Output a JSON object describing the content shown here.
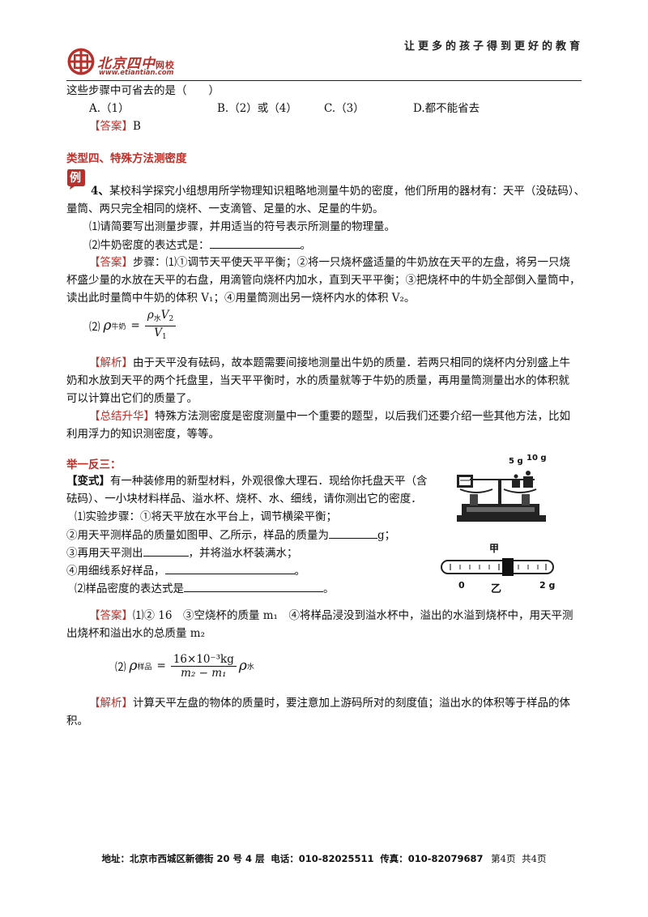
{
  "header": {
    "slogan": "让更多的孩子得到更好的教育",
    "logo_cn": "北京四中",
    "logo_cn_suffix": "网校",
    "logo_url": "www.etiantian.com"
  },
  "q_prev": {
    "stem": "这些步骤中可省去的是（　　）",
    "options": [
      "A.（1）",
      "B.（2）或（4）",
      "C.（3）",
      "D.都不能省去"
    ],
    "answer_tag": "【答案】",
    "answer": "B"
  },
  "section4": {
    "title": "类型四、特殊方法测密度",
    "example_badge": "例",
    "q_num": "4、",
    "q_line1": "某校科学探究小组想用所学物理知识粗略地测量牛奶的密度，他们所用的器材有：天平（没砝码）、",
    "q_line2": "量筒、两只完全相同的烧杯、一支滴管、足量的水、足量的牛奶。",
    "q_sub1": "⑴请简要写出测量步骤，并用适当的符号表示所测量的物理量。",
    "q_sub2": "⑵牛奶密度的表达式是：",
    "q_sub2_end": "。",
    "answer_tag": "【答案】",
    "answer_line1": "步骤：⑴①调节天平使天平平衡；②将一只烧杯盛适量的牛奶放在天平的左盘，将另一只烧",
    "answer_line2": "杯盛少量的水放在天平的右盘，用滴管向烧杯内加水，直到天平平衡；③把烧杯中的牛奶全部倒入量筒中，",
    "answer_line3": "读出此时量筒中牛奶的体积 V₁；④用量筒测出另一烧杯内水的体积 V₂。",
    "formula_label": "⑵",
    "formula_rho": "ρ",
    "formula_rho_sub": "牛奶",
    "formula_num": "ρ",
    "formula_num_sub": "水",
    "formula_num_v": "V",
    "formula_num_v_sub": "2",
    "formula_den_v": "V",
    "formula_den_v_sub": "1",
    "analysis_tag": "【解析】",
    "analysis_line1": "由于天平没有砝码，故本题需要间接地测量出牛奶的质量．若两只相同的烧杯内分别盛上牛",
    "analysis_line2": "奶和水放到天平的两个托盘里，当天平平衡时，水的质量就等于牛奶的质量，再用量筒测量出水的体积就",
    "analysis_line3": "可以计算出它们的质量了。",
    "summary_tag": "【总结升华】",
    "summary_line1": "特殊方法测密度是密度测量中一个重要的题型，以后我们还要介绍一些其他方法，比如",
    "summary_line2": "利用浮力的知识测密度，等等。"
  },
  "variant": {
    "title": "举一反三：",
    "tag": "【变式】",
    "line1": "有一种装修用的新型材料，外观很像大理石．现给你托盘天平（含",
    "line2": "砝码）、一小块材料样品、溢水杯、烧杯、水、细线，请你测出它的密度．",
    "step_intro": "⑴实验步骤：①将天平放在水平台上，调节横梁平衡；",
    "step2": "②用天平测样品的质量如图甲、乙所示，样品的质量为",
    "step2_end": "g；",
    "step3": "③再用天平测出",
    "step3_end": "，并将溢水杯装满水；",
    "step4": "④用细线系好样品，",
    "step4_end": "。",
    "expr": "⑵样品密度的表达式是",
    "expr_end": "。",
    "fig_jia": "甲",
    "fig_yi": "乙",
    "weight_5": "5 g",
    "weight_10": "10 g",
    "scale_0": "0",
    "scale_2": "2 g",
    "answer_tag": "【答案】",
    "answer_line1": "⑴② 16　③空烧杯的质量 m₁　④将样品浸没到溢水杯中，溢出的水溢到烧杯中，用天平测",
    "answer_line2": "出烧杯和溢出水的总质量 m₂",
    "formula_label": "⑵",
    "formula_rho": "ρ",
    "formula_rho_sub": "样品",
    "formula_num": "16×10⁻³kg",
    "formula_den": "m₂ − m₁",
    "formula_tail_rho": "ρ",
    "formula_tail_sub": "水",
    "analysis_tag": "【解析】",
    "analysis_line1": "计算天平左盘的物体的质量时，要注意加上游码所对的刻度值；溢出水的体积等于样品的体",
    "analysis_line2": "积。"
  },
  "footer": {
    "address_label": "地址：",
    "address": "北京市西城区新德街 20 号 4 层",
    "phone_label": "电话：",
    "phone": "010-82025511",
    "fax_label": "传真：",
    "fax": "010-82079687",
    "page": "第4页",
    "total": "共4页"
  }
}
